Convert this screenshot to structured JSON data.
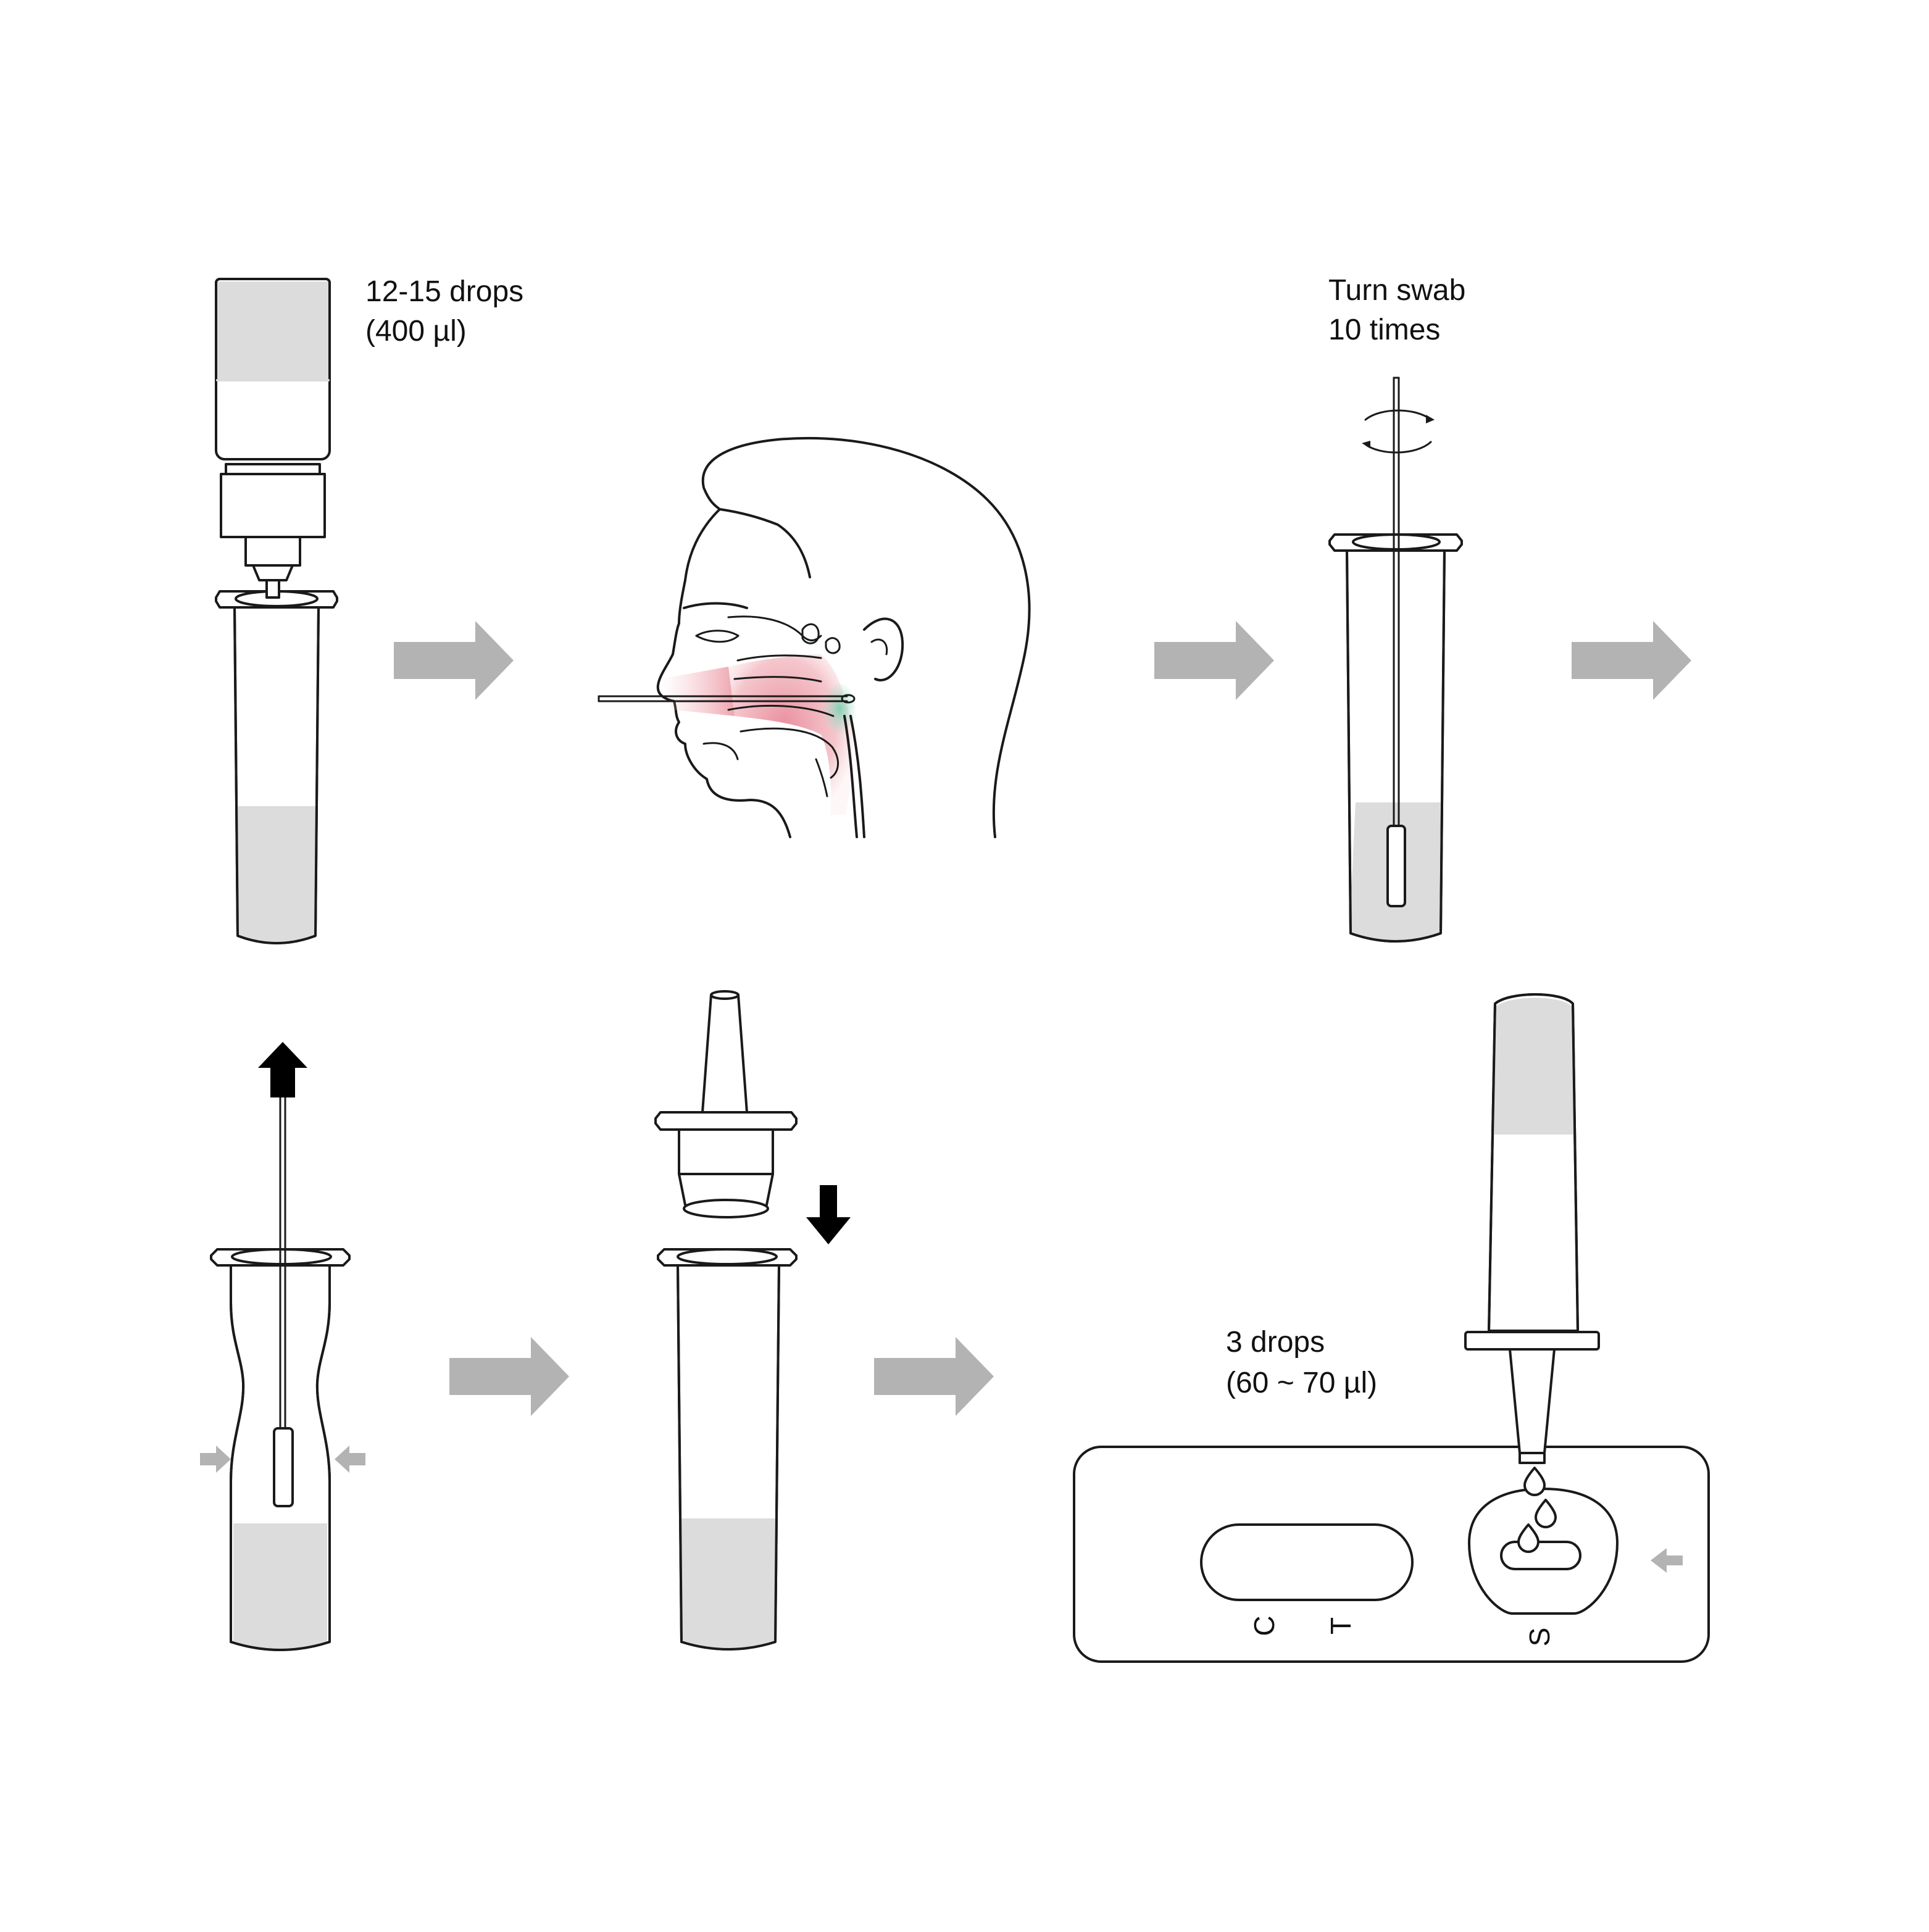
{
  "steps": {
    "step1": {
      "line1": "12-15 drops",
      "line2": "(400 µl)"
    },
    "step3": {
      "line1": "Turn swab",
      "line2": "10 times"
    },
    "step6": {
      "line1": "3 drops",
      "line2": "(60 ~ 70 µl)"
    }
  },
  "cassette": {
    "control_label": "C",
    "test_label": "T",
    "sample_label": "S"
  },
  "colors": {
    "flow_arrow": "#b3b3b3",
    "liquid": "#dcdcdc",
    "action_arrow": "#000000",
    "nasal_tissue": "#e88a98",
    "nasopharynx": "#7fcfb4"
  },
  "icons": {
    "flow": "right-arrow-icon",
    "pull": "up-arrow-icon",
    "press": "down-arrow-icon",
    "squeeze": "squeeze-arrow-icon",
    "rotate": "rotate-icon"
  }
}
